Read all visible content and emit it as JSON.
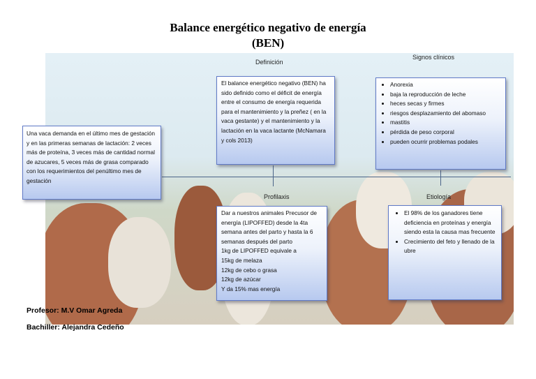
{
  "title": {
    "line1": "Balance energético negativo de energía",
    "line2": "(BEN)"
  },
  "labels": {
    "definicion": "Definición",
    "signos": "Signos clínicos",
    "profilaxis": "Profilaxis",
    "etiologia": "Etiología"
  },
  "definicion_text": "El balance energético negativo (BEN) ha sido definido como el déficit de energía entre el consumo de energía requerida para el mantenimiento y la preñez ( en la vaca gestante) y el mantenimiento y la lactación en la vaca lactante (McNamara y cols 2013)",
  "lactacion_text": "Una vaca demanda en el último mes de gestación y en las primeras semanas de lactación: 2 veces más de proteína, 3 veces más de cantidad normal de azucares, 5 veces más de grasa comparado con los requerimientos del penúltimo mes de gestación",
  "signos_items": [
    "Anorexia",
    "baja la reproducción de leche",
    "heces secas y firmes",
    "riesgos desplazamiento del abomaso",
    "mastitis",
    "pérdida de peso corporal",
    "pueden ocurrir problemas podales"
  ],
  "profilaxis_lines": [
    "Dar a nuestros animales Precusor de energía (LIPOFFED) desde la 4ta semana antes del parto y hasta la 6 semanas después del parto",
    "1kg de LIPOFFED equivale a",
    "15kg de melaza",
    "12kg de cebo o grasa",
    "12kg de azúcar",
    "Y da 15% mas energía"
  ],
  "etiologia_items": [
    "El 98% de los ganadores tiene deficiencia en proteínas y energía siendo esta la causa mas frecuente",
    "Crecimiento del feto y llenado de la ubre"
  ],
  "credits": {
    "profesor": "Profesor: M.V Omar Agreda",
    "bachiller": "Bachiller: Alejandra Cedeño"
  }
}
